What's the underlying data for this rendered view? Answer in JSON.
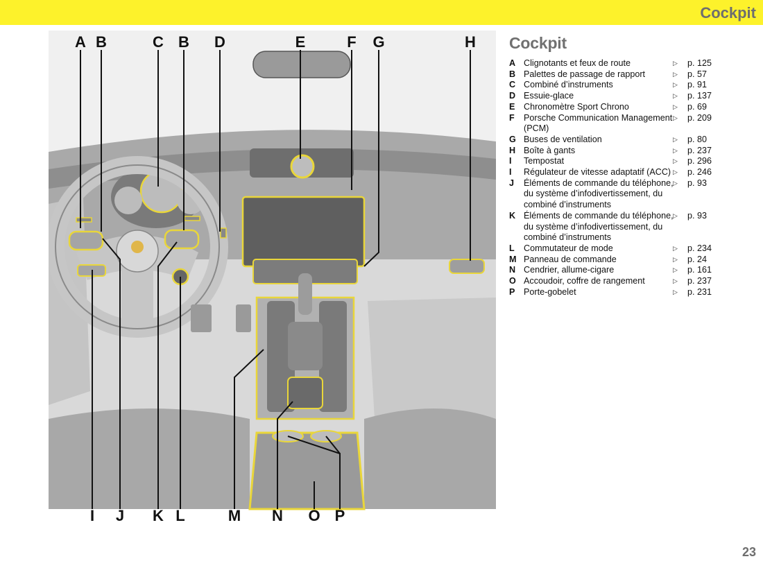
{
  "header": {
    "title": "Cockpit"
  },
  "section": {
    "title": "Cockpit"
  },
  "figure": {
    "top_labels": [
      "A",
      "B",
      "C",
      "B",
      "D",
      "E",
      "F",
      "G",
      "H"
    ],
    "bottom_labels": [
      "I",
      "J",
      "K",
      "L",
      "M",
      "N",
      "O",
      "P"
    ]
  },
  "legend": [
    {
      "key": "A",
      "desc": "Clignotants et feux de route",
      "arrow": "▷",
      "page": "p. 125"
    },
    {
      "key": "B",
      "desc": "Palettes de passage de rapport",
      "arrow": "▷",
      "page": "p. 57"
    },
    {
      "key": "C",
      "desc": "Combiné d’instruments",
      "arrow": "▷",
      "page": "p. 91"
    },
    {
      "key": "D",
      "desc": "Essuie-glace",
      "arrow": "▷",
      "page": "p. 137"
    },
    {
      "key": "E",
      "desc": "Chronomètre Sport Chrono",
      "arrow": "▷",
      "page": "p. 69"
    },
    {
      "key": "F",
      "desc": "Porsche Communication Management (PCM)",
      "arrow": "▷",
      "page": "p. 209"
    },
    {
      "key": "G",
      "desc": "Buses de ventilation",
      "arrow": "▷",
      "page": "p. 80"
    },
    {
      "key": "H",
      "desc": "Boîte à gants",
      "arrow": "▷",
      "page": "p. 237"
    },
    {
      "key": "I",
      "desc": "Tempostat",
      "arrow": "▷",
      "page": "p. 296"
    },
    {
      "key": "I",
      "desc": "Régulateur de vitesse adaptatif (ACC)",
      "arrow": "▷",
      "page": "p. 246"
    },
    {
      "key": "J",
      "desc": "Éléments de commande du téléphone, du système d’infodivertissement, du combiné d’instruments",
      "arrow": "▷",
      "page": "p. 93"
    },
    {
      "key": "K",
      "desc": "Éléments de commande du téléphone, du système d’infodivertissement, du combiné d’instruments",
      "arrow": "▷",
      "page": "p. 93"
    },
    {
      "key": "L",
      "desc": "Commutateur de mode",
      "arrow": "▷",
      "page": "p. 234"
    },
    {
      "key": "M",
      "desc": "Panneau de commande",
      "arrow": "▷",
      "page": "p. 24"
    },
    {
      "key": "N",
      "desc": "Cendrier, allume-cigare",
      "arrow": "▷",
      "page": "p. 161"
    },
    {
      "key": "O",
      "desc": "Accoudoir, coffre de rangement",
      "arrow": "▷",
      "page": "p. 237"
    },
    {
      "key": "P",
      "desc": "Porte-gobelet",
      "arrow": "▷",
      "page": "p. 231"
    }
  ],
  "page_number": "23",
  "colors": {
    "accent": "#fdf22b",
    "highlight": "#e9d63a",
    "header_text": "#6e6e6e"
  }
}
